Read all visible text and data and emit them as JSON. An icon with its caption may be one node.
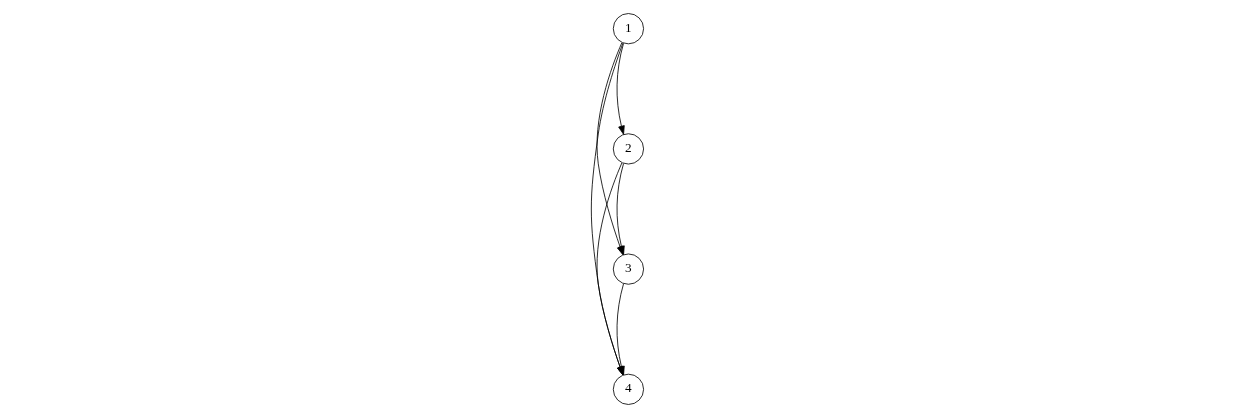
{
  "diagram": {
    "nodes": [
      {
        "text": [
          "1"
        ]
      },
      {
        "text": [
          "2"
        ]
      },
      {
        "text": [
          "3"
        ]
      },
      {
        "text": [
          "4"
        ]
      }
    ],
    "edges": [
      {
        "from": 0,
        "to": 1,
        "arrow": "to"
      },
      {
        "from": 1,
        "to": 2,
        "arrow": "to"
      },
      {
        "from": 2,
        "to": 3,
        "arrow": "to"
      },
      {
        "from": 0,
        "to": 2,
        "arrow": "to"
      },
      {
        "from": 1,
        "to": 3,
        "arrow": "to"
      },
      {
        "from": 0,
        "to": 3,
        "arrow": "to"
      }
    ]
  }
}
